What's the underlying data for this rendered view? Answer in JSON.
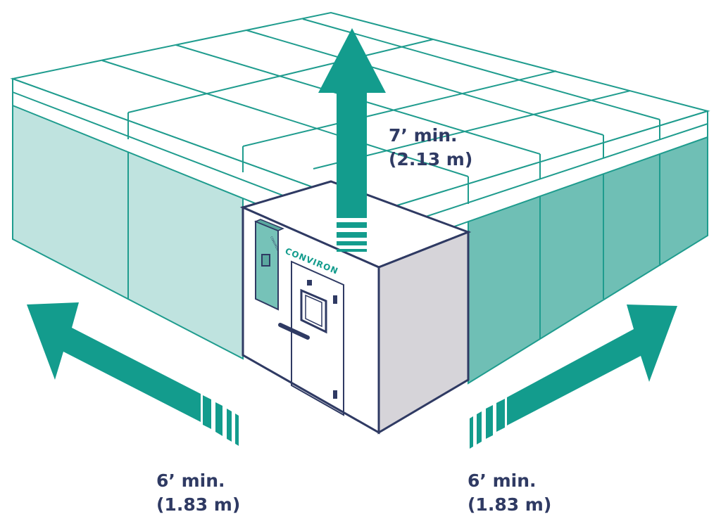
{
  "brand": {
    "logo_text": "CONVIRON",
    "panel_logo_text": "CONVIRON"
  },
  "clearances": {
    "top": {
      "line1": "7’ min.",
      "line2": "(2.13 m)"
    },
    "left": {
      "line1": "6’ min.",
      "line2": "(1.83 m)"
    },
    "right": {
      "line1": "6’ min.",
      "line2": "(1.83 m)"
    }
  },
  "colors": {
    "teal": "#139c8d",
    "teal_outline": "#1f9c8e",
    "wall_left": "#bfe3df",
    "wall_right": "#6fbfb5",
    "chamber_outline": "#2f3a63",
    "chamber_front": "#ffffff",
    "chamber_side": "#d6d4d9",
    "label_text": "#2f3a63"
  }
}
